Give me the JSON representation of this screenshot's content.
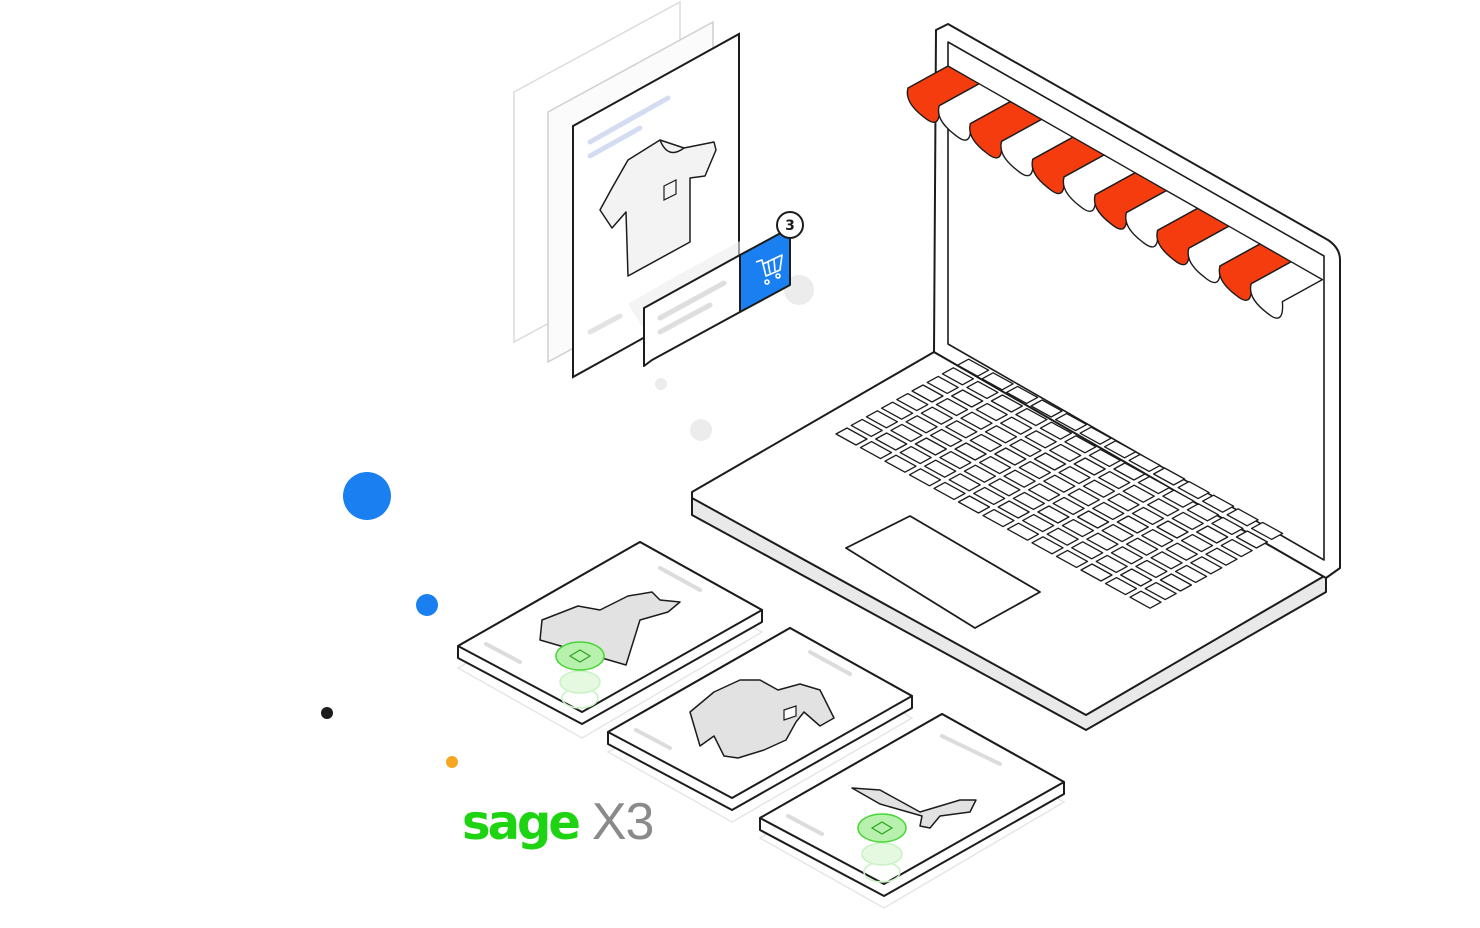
{
  "logo": {
    "brand": "sage",
    "product": "X3",
    "brand_color": "#1ed312",
    "product_color": "#8a8a8a"
  },
  "cart": {
    "icon": "shopping-cart-icon",
    "badge_count": "3",
    "color": "#1a7ff0"
  },
  "awning": {
    "colors": [
      "#f53c0f",
      "#ffffff"
    ]
  },
  "products": [
    {
      "icon": "dress-icon"
    },
    {
      "icon": "tshirt-icon"
    },
    {
      "icon": "high-heel-icon"
    }
  ],
  "dots": {
    "blue": "#1a7ff0",
    "black": "#1c1c1c",
    "orange": "#f5a623"
  }
}
